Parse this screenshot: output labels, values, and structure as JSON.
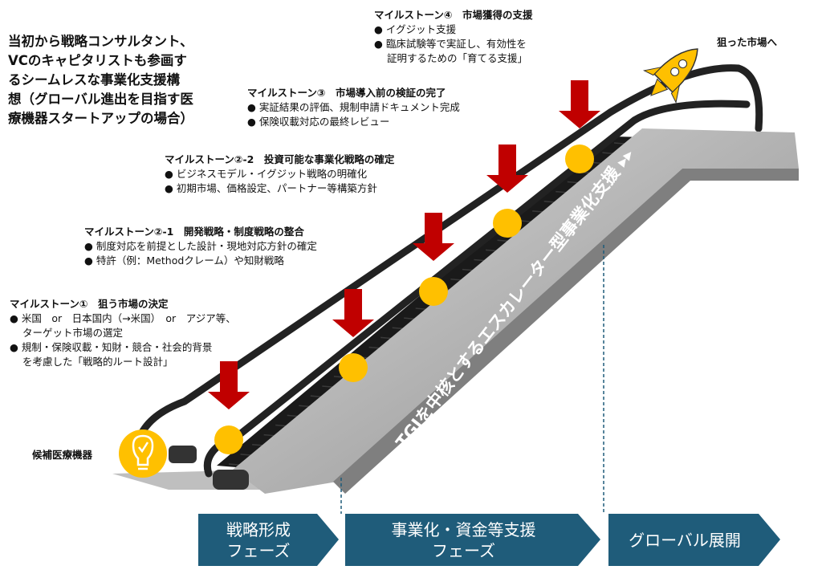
{
  "intro": {
    "lines": [
      "当初から戦略コンサルタント、",
      "VCのキャピタリストも参画す",
      "るシームレスな事業化支援構",
      "想（グローバル進出を目指す医",
      "療機器スタートアップの場合）"
    ]
  },
  "milestones": [
    {
      "title": "マイルストーン①　狙う市場の決定",
      "bullets": [
        {
          "line1": "米国　or　日本国内（→米国）　or　アジア等、",
          "line2": "ターゲット市場の選定"
        },
        {
          "line1": "規制・保険収載・知財・競合・社会的背景",
          "line2": "を考慮した「戦略的ルート設計」"
        }
      ]
    },
    {
      "title": "マイルストーン②-1　開発戦略・制度戦略の整合",
      "bullets": [
        {
          "line1": "制度対応を前提とした設計・現地対応方針の確定"
        },
        {
          "line1": "特許（例：Methodクレーム）や知財戦略"
        }
      ]
    },
    {
      "title": "マイルストーン②-2　投資可能な事業化戦略の確定",
      "bullets": [
        {
          "line1": "ビジネスモデル・イグジット戦略の明確化"
        },
        {
          "line1": "初期市場、価格設定、パートナー等構築方針"
        }
      ]
    },
    {
      "title": "マイルストーン③　市場導入前の検証の完了",
      "bullets": [
        {
          "line1": "実証結果の評価、規制申請ドキュメント完成"
        },
        {
          "line1": "保険収載対応の最終レビュー"
        }
      ]
    },
    {
      "title": "マイルストーン④　市場獲得の支援",
      "bullets": [
        {
          "line1": "イグジット支援"
        },
        {
          "line1": "臨床試験等で実証し、有効性を",
          "line2": "証明するための「育てる支援」"
        }
      ]
    }
  ],
  "labels": {
    "candidate": "候補医療機器",
    "target": "狙った市場へ",
    "escalator": "▸▸ TGIを中核とするエスカレーター型事業化支援 ▸▸"
  },
  "phases": [
    {
      "line1": "戦略形成",
      "line2": "フェーズ"
    },
    {
      "line1": "事業化・資金等支援",
      "line2": "フェーズ"
    },
    {
      "line1": "グローバル展開",
      "line2": ""
    }
  ],
  "colors": {
    "arrow": "#c00000",
    "step_dot": "#ffc000",
    "phase_bg": "#1f5c7a",
    "escalator_side": "#a6a6a6",
    "rocket": "#ffc000"
  }
}
